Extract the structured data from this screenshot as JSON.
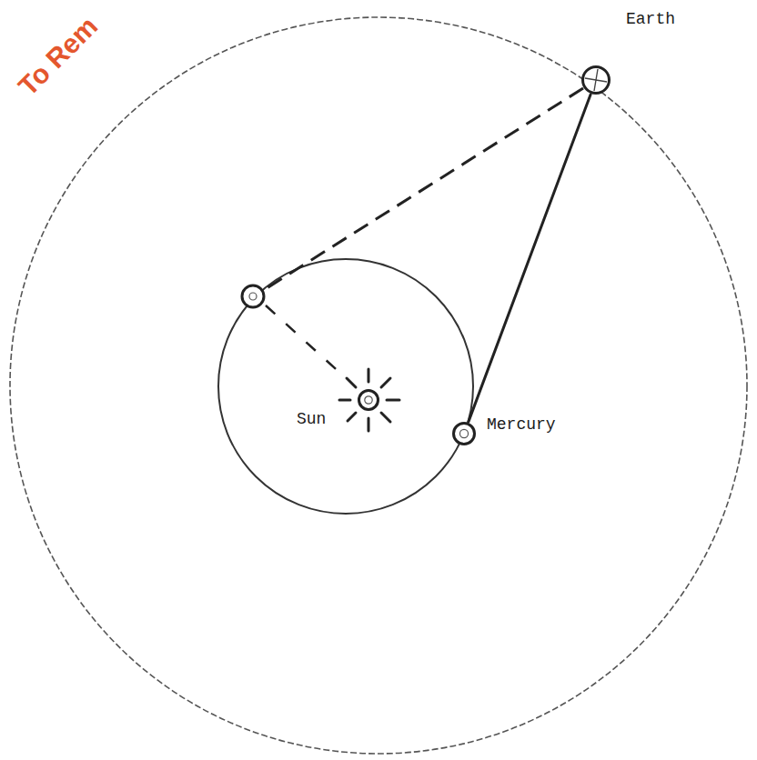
{
  "diagram": {
    "nodes": [
      {
        "text": [
          "Earth"
        ]
      },
      {
        "text": [
          "Sun"
        ]
      },
      {
        "text": [
          "Mercury"
        ]
      }
    ],
    "edges": [
      {
        "from": 0,
        "to": 2,
        "arrow": "none"
      }
    ],
    "labels": [
      "To Rem"
    ]
  }
}
